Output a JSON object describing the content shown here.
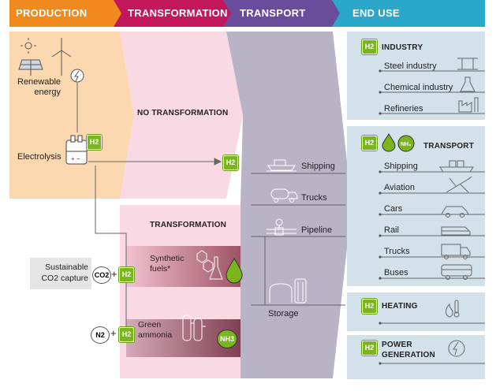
{
  "headers": {
    "production": "PRODUCTION",
    "transformation": "TRANSFORMATION",
    "transport": "TRANSPORT",
    "end_use": "END USE"
  },
  "production": {
    "renewable": "Renewable\nenergy",
    "electrolysis": "Electrolysis",
    "h2_badge": "H2",
    "co2_capture": "Sustainable\nCO2 capture",
    "co2": "CO2",
    "n2": "N2",
    "plus": "+"
  },
  "transformation": {
    "no_transformation": "NO TRANSFORMATION",
    "transformation": "TRANSFORMATION",
    "synthetic_fuels": "Synthetic\nfuels*",
    "green_ammonia": "Green\nammonia",
    "nh3": "NH3"
  },
  "transport": {
    "shipping": "Shipping",
    "trucks": "Trucks",
    "pipeline": "Pipeline",
    "storage": "Storage"
  },
  "end_use": {
    "industry": {
      "title": "INDUSTRY",
      "items": [
        "Steel industry",
        "Chemical industry",
        "Refineries"
      ]
    },
    "transport": {
      "title": "TRANSPORT",
      "items": [
        "Shipping",
        "Aviation",
        "Cars",
        "Rail",
        "Trucks",
        "Buses"
      ]
    },
    "heating": {
      "title": "HEATING"
    },
    "power": {
      "title": "POWER\nGENERATION"
    }
  },
  "colors": {
    "production": "#f08a1e",
    "transformation": "#c2185b",
    "transport": "#6a4c9c",
    "end_use": "#2aa7c9",
    "h2_green": "#7ab51d"
  }
}
